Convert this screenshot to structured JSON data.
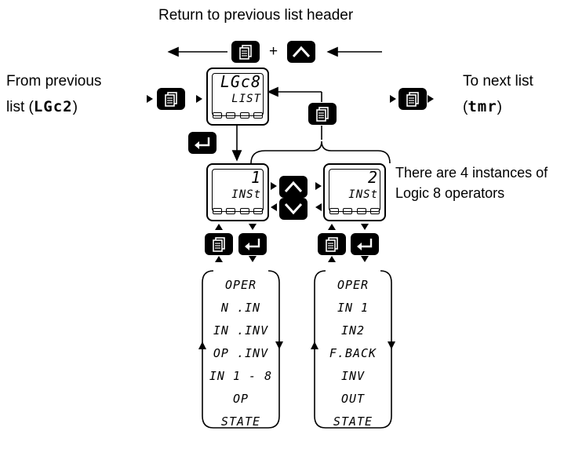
{
  "header": {
    "return_label": "Return to previous list header"
  },
  "left": {
    "line1": "From previous",
    "line2_prefix": "list (",
    "prev_code": "LGc2",
    "line2_suffix": ")"
  },
  "right": {
    "line1": "To next list",
    "line2_prefix": "(",
    "next_code": "tmr",
    "line2_suffix": ")"
  },
  "plus_sign": "+",
  "main_display": {
    "line1": "LGc8",
    "line2": "LIST"
  },
  "instances_note": {
    "line1": "There are 4 instances of",
    "line2": "Logic 8 operators"
  },
  "inst1_display": {
    "line1": "1",
    "line2": "INSt"
  },
  "inst2_display": {
    "line1": "2",
    "line2": "INSt"
  },
  "list1": [
    "OPER",
    "N .IN",
    "IN .INV",
    "OP .INV",
    "IN 1 - 8",
    "OP",
    "STATE"
  ],
  "list2": [
    "OPER",
    "IN 1",
    "IN2",
    "F.BACK",
    "INV",
    "OUT",
    "STATE"
  ],
  "icons": {
    "page": "page-key-icon",
    "up": "up-arrow-key-icon",
    "down": "down-arrow-key-icon",
    "enter": "enter-key-icon"
  },
  "colors": {
    "key_fill": "#000000",
    "line": "#000000",
    "background": "#ffffff"
  }
}
